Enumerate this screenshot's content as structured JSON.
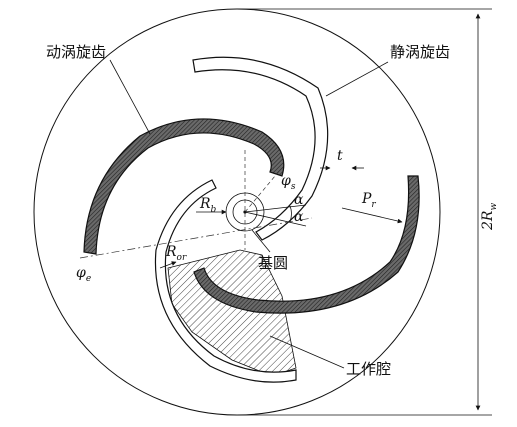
{
  "labels": {
    "moving_scroll": "动涡旋齿",
    "fixed_scroll": "静涡旋齿",
    "base_circle": "基圆",
    "working_chamber": "工作腔",
    "thickness": "t",
    "outer_radius_main": "2R",
    "outer_radius_sub": "w",
    "phi_s_main": "φ",
    "phi_s_sub": "s",
    "phi_e_main": "φ",
    "phi_e_sub": "e",
    "rb_main": "R",
    "rb_sub": "b",
    "rpr_main": "R",
    "rpr_sub": "or",
    "pr_main": "P",
    "pr_sub": "r",
    "alpha_1": "α",
    "alpha_2": "α"
  },
  "colors": {
    "line": "#111111",
    "hatch": "#444444",
    "scroll_fill": "#4a4a4a"
  }
}
